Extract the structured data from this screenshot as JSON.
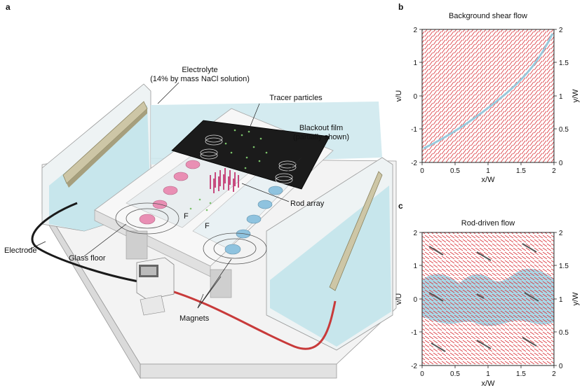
{
  "panel_a": {
    "letter": "a",
    "labels": {
      "electrolyte_line1": "Electrolyte",
      "electrolyte_line2": "(14% by mass NaCl solution)",
      "tracer": "Tracer particles",
      "blackout_line1": "Blackout film",
      "blackout_line2": "(partially shown)",
      "rod_array": "Rod array",
      "electrode": "Electrode",
      "glass_floor": "Glass floor",
      "magnets": "Magnets",
      "force_left": "F",
      "force_right": "F"
    },
    "colors": {
      "water": "#bfe3ea",
      "tray": "#f2f2f2",
      "electrode_plate": "#cdc6a6",
      "wire_red": "#c83a3a",
      "wire_black": "#1a1a1a",
      "magnet_pink": "#e98fb4",
      "magnet_blue": "#8fc3df"
    }
  },
  "panel_b": {
    "letter": "b",
    "title": "Background shear flow",
    "xlabel": "x/W",
    "ylabel_left": "v/U",
    "ylabel_right": "y/W",
    "xticks": [
      "0",
      "0.5",
      "1",
      "1.5",
      "2"
    ],
    "yticks_left": [
      "2",
      "1",
      "0",
      "-1",
      "-2"
    ],
    "yticks_right": [
      "2",
      "1.5",
      "1",
      "0.5",
      "0"
    ]
  },
  "panel_c": {
    "letter": "c",
    "title": "Rod-driven flow",
    "xlabel": "x/W",
    "ylabel_left": "v/U",
    "ylabel_right": "y/W",
    "xticks": [
      "0",
      "0.5",
      "1",
      "1.5",
      "2"
    ],
    "yticks_left": [
      "2",
      "1",
      "0",
      "-1",
      "-2"
    ],
    "yticks_right": [
      "2",
      "1.5",
      "1",
      "0.5",
      "0"
    ]
  },
  "field_colors": {
    "arrow": "#d9333a",
    "profile": "#8ec9de",
    "rod": "#555555"
  }
}
